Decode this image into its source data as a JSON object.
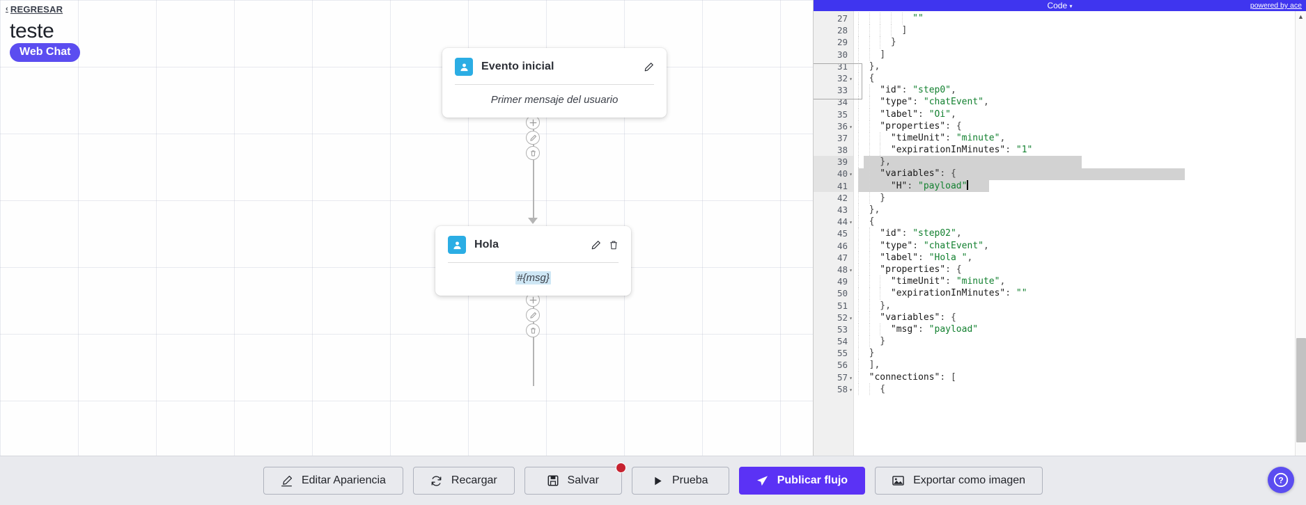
{
  "header": {
    "back_label": "REGRESAR",
    "back_icon": "chevron-left-icon",
    "flow_title": "teste",
    "channel_badge": "Web Chat",
    "badge_color": "#5b4df0"
  },
  "canvas": {
    "nodes": [
      {
        "avatar_icon": "user-avatar-icon",
        "label": "Evento inicial",
        "body": "Primer mensaje del usuario",
        "body_style": "italic",
        "actions": [
          "pencil-icon"
        ]
      },
      {
        "avatar_icon": "user-avatar-icon",
        "label": "Hola",
        "body": "#{msg}",
        "body_style": "italic-chip",
        "actions": [
          "pencil-icon",
          "trash-icon"
        ]
      }
    ],
    "connector_tools": [
      "plus-icon",
      "pencil-icon",
      "trash-icon"
    ]
  },
  "code_panel": {
    "title": "Code",
    "title_caret": "▾",
    "powered_by": "powered by ace",
    "topbar_color": "#3f35ef",
    "first_line": 27,
    "cursor_line": 41,
    "selection_lines": [
      39,
      40,
      41
    ],
    "fold_markers": [
      32,
      36,
      40,
      44,
      48,
      52,
      57,
      58
    ],
    "lines": [
      {
        "n": 27,
        "indent": 5,
        "text": "\"\"",
        "type": "str"
      },
      {
        "n": 28,
        "indent": 4,
        "text": "]",
        "type": "pun"
      },
      {
        "n": 29,
        "indent": 3,
        "text": "}",
        "type": "pun"
      },
      {
        "n": 30,
        "indent": 2,
        "text": "]",
        "type": "pun"
      },
      {
        "n": 31,
        "indent": 1,
        "text": "},",
        "type": "pun"
      },
      {
        "n": 32,
        "indent": 1,
        "text": "{",
        "type": "pun"
      },
      {
        "n": 33,
        "indent": 2,
        "key": "\"id\"",
        "val": "\"step0\"",
        "tail": ","
      },
      {
        "n": 34,
        "indent": 2,
        "key": "\"type\"",
        "val": "\"chatEvent\"",
        "tail": ","
      },
      {
        "n": 35,
        "indent": 2,
        "key": "\"label\"",
        "val": "\"Oi\"",
        "tail": ","
      },
      {
        "n": 36,
        "indent": 2,
        "key": "\"properties\"",
        "val": "{",
        "tail": "",
        "valtype": "pun"
      },
      {
        "n": 37,
        "indent": 3,
        "key": "\"timeUnit\"",
        "val": "\"minute\"",
        "tail": ","
      },
      {
        "n": 38,
        "indent": 3,
        "key": "\"expirationInMinutes\"",
        "val": "\"1\"",
        "tail": ""
      },
      {
        "n": 39,
        "indent": 2,
        "text": "},",
        "type": "pun"
      },
      {
        "n": 40,
        "indent": 2,
        "key": "\"variables\"",
        "val": "{",
        "tail": "",
        "valtype": "pun"
      },
      {
        "n": 41,
        "indent": 3,
        "key": "\"H\"",
        "val": "\"payload\"",
        "tail": "",
        "cursor": true
      },
      {
        "n": 42,
        "indent": 2,
        "text": "}",
        "type": "pun"
      },
      {
        "n": 43,
        "indent": 1,
        "text": "},",
        "type": "pun"
      },
      {
        "n": 44,
        "indent": 1,
        "text": "{",
        "type": "pun"
      },
      {
        "n": 45,
        "indent": 2,
        "key": "\"id\"",
        "val": "\"step02\"",
        "tail": ","
      },
      {
        "n": 46,
        "indent": 2,
        "key": "\"type\"",
        "val": "\"chatEvent\"",
        "tail": ","
      },
      {
        "n": 47,
        "indent": 2,
        "key": "\"label\"",
        "val": "\"Hola \"",
        "tail": ","
      },
      {
        "n": 48,
        "indent": 2,
        "key": "\"properties\"",
        "val": "{",
        "tail": "",
        "valtype": "pun"
      },
      {
        "n": 49,
        "indent": 3,
        "key": "\"timeUnit\"",
        "val": "\"minute\"",
        "tail": ","
      },
      {
        "n": 50,
        "indent": 3,
        "key": "\"expirationInMinutes\"",
        "val": "\"\"",
        "tail": ""
      },
      {
        "n": 51,
        "indent": 2,
        "text": "},",
        "type": "pun"
      },
      {
        "n": 52,
        "indent": 2,
        "key": "\"variables\"",
        "val": "{",
        "tail": "",
        "valtype": "pun"
      },
      {
        "n": 53,
        "indent": 3,
        "key": "\"msg\"",
        "val": "\"payload\"",
        "tail": ""
      },
      {
        "n": 54,
        "indent": 2,
        "text": "}",
        "type": "pun"
      },
      {
        "n": 55,
        "indent": 1,
        "text": "}",
        "type": "pun"
      },
      {
        "n": 56,
        "indent": 1,
        "text": "],",
        "type": "pun"
      },
      {
        "n": 57,
        "indent": 1,
        "key": "\"connections\"",
        "val": "[",
        "tail": "",
        "valtype": "pun"
      },
      {
        "n": 58,
        "indent": 2,
        "text": "{",
        "type": "pun"
      }
    ]
  },
  "toolbar": {
    "buttons": [
      {
        "label": "Editar Apariencia",
        "icon": "edit-square-icon",
        "primary": false,
        "badge": false
      },
      {
        "label": "Recargar",
        "icon": "refresh-icon",
        "primary": false,
        "badge": false
      },
      {
        "label": "Salvar",
        "icon": "save-disk-icon",
        "primary": false,
        "badge": true
      },
      {
        "label": "Prueba",
        "icon": "play-icon",
        "primary": false,
        "badge": false
      },
      {
        "label": "Publicar flujo",
        "icon": "paper-plane-icon",
        "primary": true,
        "badge": false
      },
      {
        "label": "Exportar como imagen",
        "icon": "image-icon",
        "primary": false,
        "badge": false
      }
    ],
    "primary_color": "#5b32f5",
    "badge_color": "#c62230"
  },
  "help": {
    "icon": "question-mark-icon",
    "color": "#5b4df0"
  }
}
